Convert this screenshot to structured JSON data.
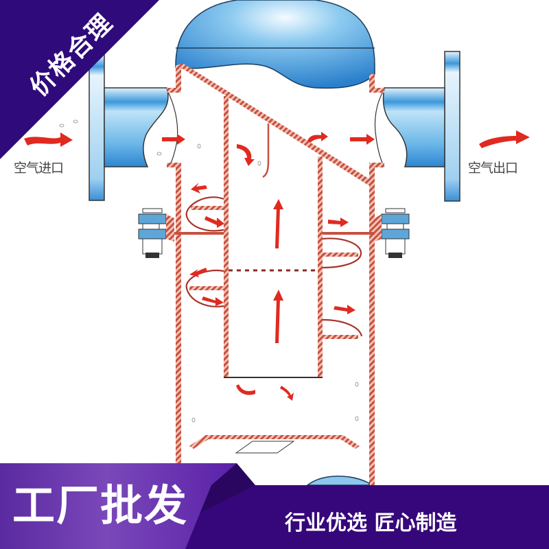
{
  "diagram": {
    "inlet_label": "空气进口",
    "outlet_label": "空气出口"
  },
  "banner": {
    "corner_text": "价格合理",
    "bottom_main_text": "工厂批发",
    "bottom_sub_text": "行业优选 匠心制造"
  },
  "colors": {
    "banner_purple": "#36077a",
    "banner_gradient_light": "#7a44b8",
    "pipe_blue": "#2f8fd8",
    "wall_red": "#c2473a",
    "arrow_red": "#e02a20"
  }
}
